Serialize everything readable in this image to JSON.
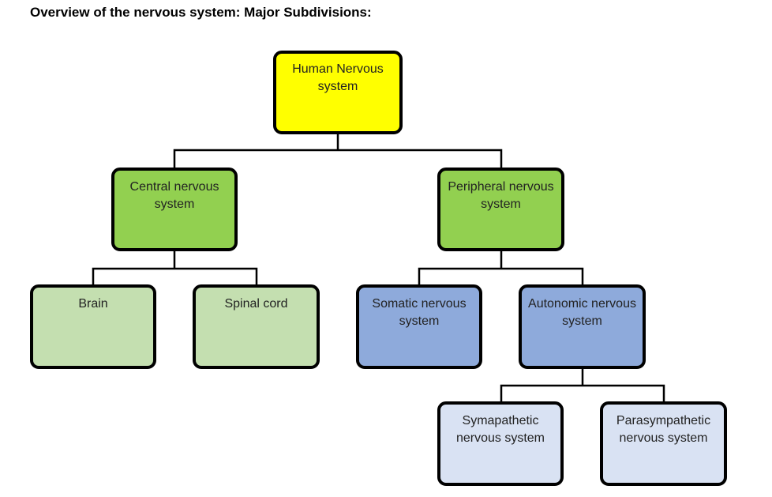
{
  "title": "Overview of the nervous system: Major Subdivisions:",
  "colors": {
    "root": "#ffff00",
    "level1": "#92d050",
    "cns_children": "#c4dfb0",
    "pns_children": "#8eaadb",
    "autonomic_children": "#d9e2f3",
    "border": "#000000"
  },
  "nodes": {
    "root": "Human Nervous system",
    "central": "Central nervous system",
    "peripheral": "Peripheral nervous system",
    "brain": "Brain",
    "spinal_cord": "Spinal cord",
    "somatic": "Somatic nervous system",
    "autonomic": "Autonomic nervous system",
    "sympathetic": "Symapathetic nervous system",
    "parasympathetic": "Parasympathetic nervous system"
  }
}
